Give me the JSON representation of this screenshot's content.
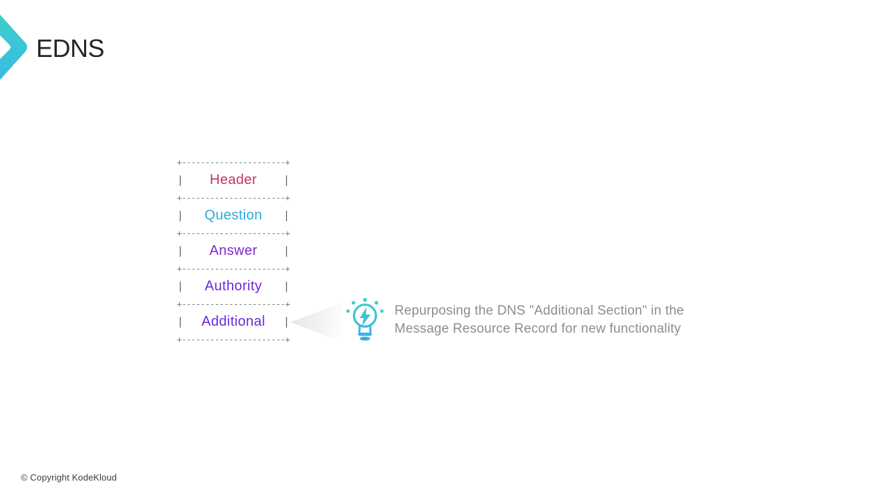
{
  "page": {
    "background": "#ffffff"
  },
  "header": {
    "title": "EDNS"
  },
  "logo": {
    "gradient_top": "#3ed2c6",
    "gradient_bottom": "#38b9e8"
  },
  "diagram": {
    "border_line": "+----------------------+",
    "bar": "|",
    "border_color": "#7a7a7a",
    "bar_color": "#606060",
    "sections": [
      {
        "label": "Header",
        "color": "#c43566"
      },
      {
        "label": "Question",
        "color": "#2ca8e0"
      },
      {
        "label": "Answer",
        "color": "#7d2ace"
      },
      {
        "label": "Authority",
        "color": "#6f26d6"
      },
      {
        "label": "Additional",
        "color": "#6b28d9"
      }
    ]
  },
  "callout": {
    "icon": "lightbulb-bolt",
    "icon_color_top": "#3ed2c6",
    "icon_color_bottom": "#39a9e8",
    "line1": "Repurposing the DNS \"Additional Section\" in the",
    "line2": "Message Resource Record for new functionality",
    "text_color": "#8d8d8d"
  },
  "footer": {
    "copyright": "© Copyright KodeKloud"
  }
}
